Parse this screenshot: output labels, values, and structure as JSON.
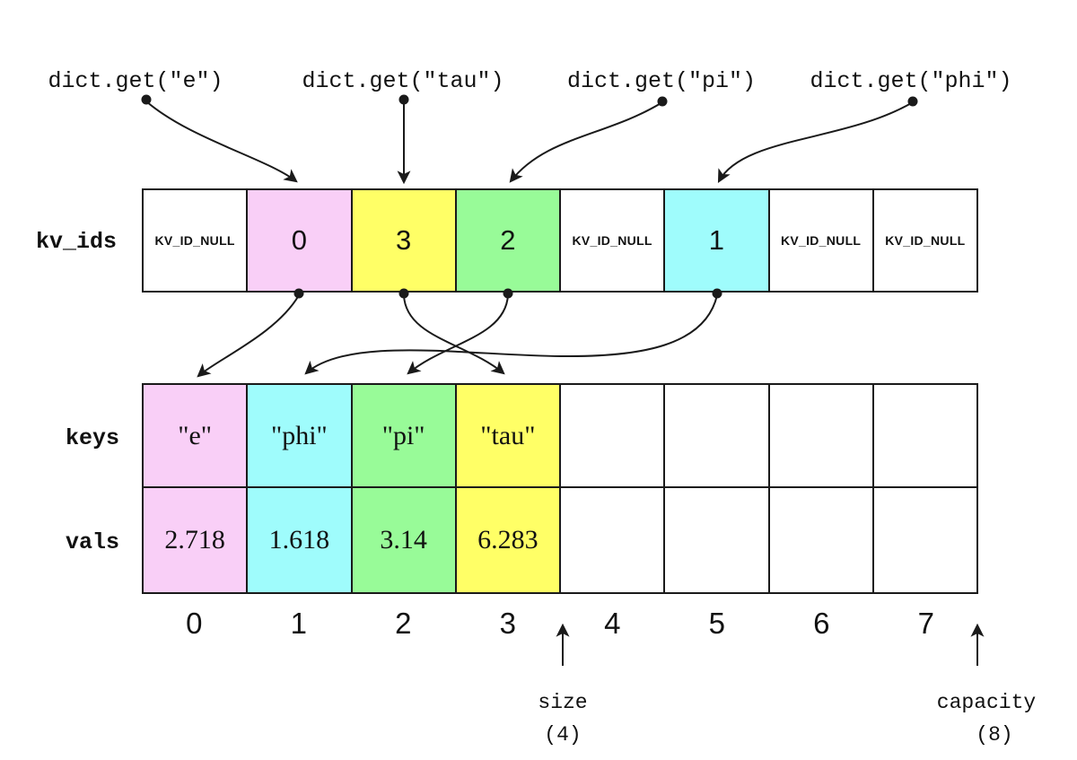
{
  "get_calls": [
    {
      "label": "dict.get(\"e\")",
      "target_slot": 1
    },
    {
      "label": "dict.get(\"tau\")",
      "target_slot": 2
    },
    {
      "label": "dict.get(\"pi\")",
      "target_slot": 3
    },
    {
      "label": "dict.get(\"phi\")",
      "target_slot": 5
    }
  ],
  "kv_ids": {
    "label": "kv_ids",
    "cells": [
      {
        "text": "KV_ID_NULL",
        "color": "white"
      },
      {
        "text": "0",
        "color": "pink"
      },
      {
        "text": "3",
        "color": "yellow"
      },
      {
        "text": "2",
        "color": "green"
      },
      {
        "text": "KV_ID_NULL",
        "color": "white"
      },
      {
        "text": "1",
        "color": "cyan"
      },
      {
        "text": "KV_ID_NULL",
        "color": "white"
      },
      {
        "text": "KV_ID_NULL",
        "color": "white"
      }
    ]
  },
  "keys": {
    "label": "keys",
    "cells": [
      {
        "text": "\"e\"",
        "color": "pink"
      },
      {
        "text": "\"phi\"",
        "color": "cyan"
      },
      {
        "text": "\"pi\"",
        "color": "green"
      },
      {
        "text": "\"tau\"",
        "color": "yellow"
      },
      {
        "text": "",
        "color": "white"
      },
      {
        "text": "",
        "color": "white"
      },
      {
        "text": "",
        "color": "white"
      },
      {
        "text": "",
        "color": "white"
      }
    ]
  },
  "vals": {
    "label": "vals",
    "cells": [
      {
        "text": "2.718",
        "color": "pink"
      },
      {
        "text": "1.618",
        "color": "cyan"
      },
      {
        "text": "3.14",
        "color": "green"
      },
      {
        "text": "6.283",
        "color": "yellow"
      },
      {
        "text": "",
        "color": "white"
      },
      {
        "text": "",
        "color": "white"
      },
      {
        "text": "",
        "color": "white"
      },
      {
        "text": "",
        "color": "white"
      }
    ]
  },
  "indices": [
    "0",
    "1",
    "2",
    "3",
    "4",
    "5",
    "6",
    "7"
  ],
  "size_marker": {
    "label": "size",
    "value": "(4)"
  },
  "capacity_marker": {
    "label": "capacity",
    "value": "(8)"
  },
  "colors": {
    "pink": "#f9cff7",
    "cyan": "#9ffcfc",
    "green": "#98fb98",
    "yellow": "#ffff66",
    "white": "#ffffff",
    "ink": "#1a1a1a"
  }
}
